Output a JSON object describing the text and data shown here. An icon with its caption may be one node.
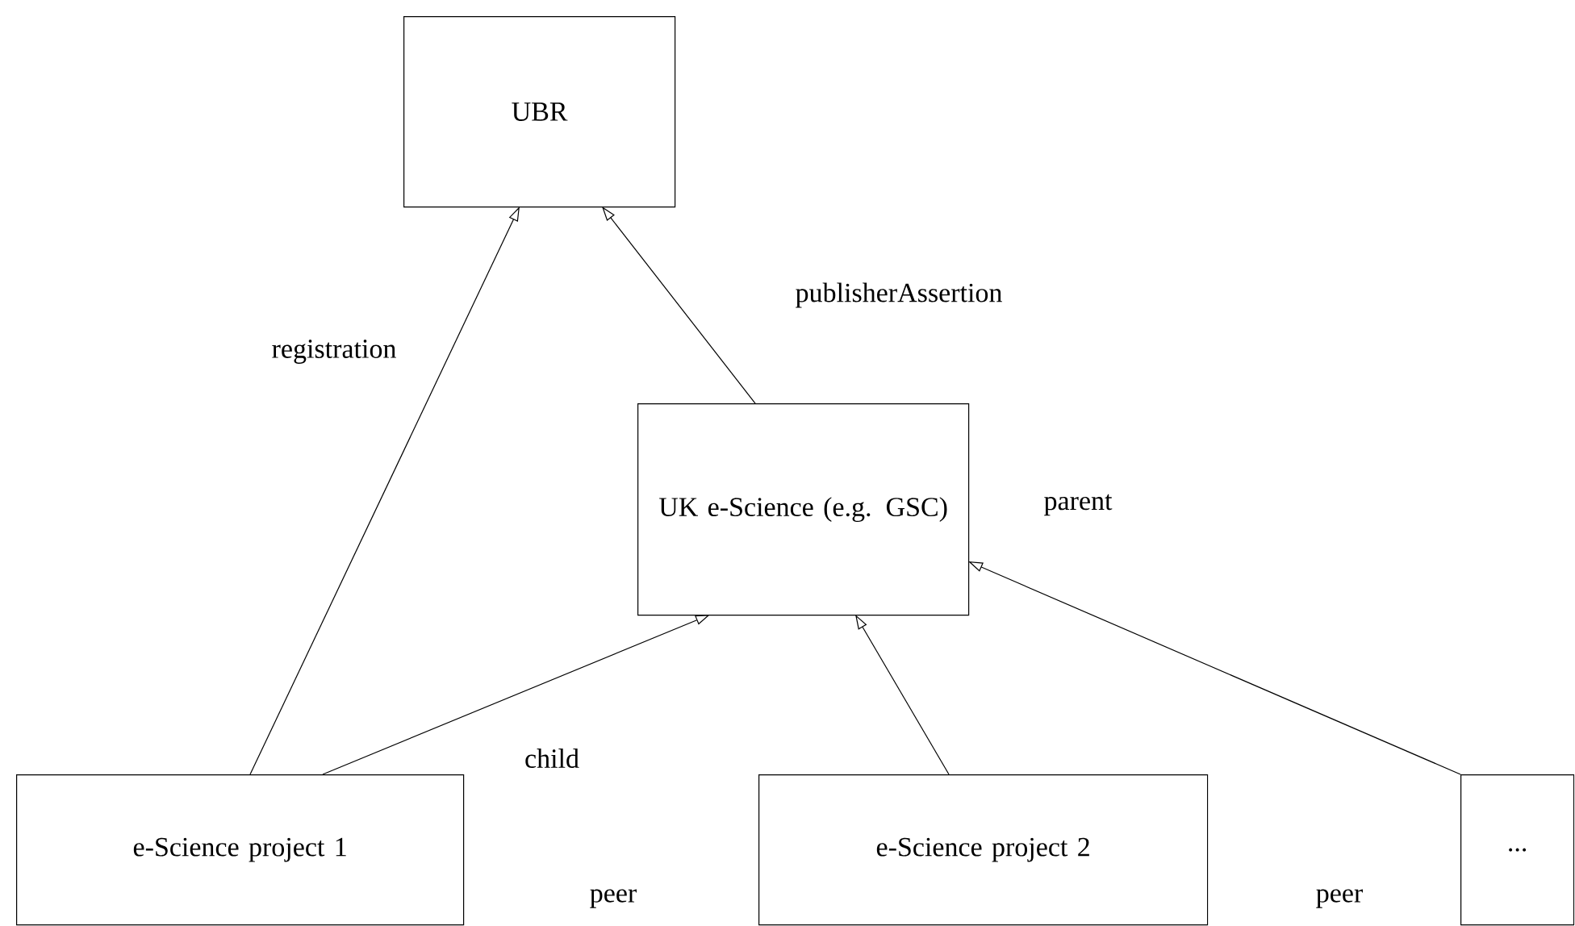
{
  "diagram": {
    "nodes": [
      {
        "text": [
          "UBR"
        ]
      },
      {
        "text": [
          "UK e-Science (e.g. GSC)"
        ]
      },
      {
        "text": [
          "e-Science project 1"
        ]
      },
      {
        "text": [
          "e-Science project 2"
        ]
      },
      {
        "text": [
          "..."
        ]
      }
    ],
    "edges": [
      {
        "from": 2,
        "to": 0,
        "arrow": "to",
        "label": "registration"
      },
      {
        "from": 1,
        "to": 0,
        "arrow": "to",
        "label": "publisherAssertion"
      },
      {
        "from": 2,
        "to": 1,
        "arrow": "to",
        "label": "child"
      },
      {
        "from": 3,
        "to": 1,
        "arrow": "to"
      },
      {
        "from": 4,
        "to": 1,
        "arrow": "to",
        "label": "parent"
      }
    ],
    "labels": [
      "peer",
      "peer"
    ]
  }
}
